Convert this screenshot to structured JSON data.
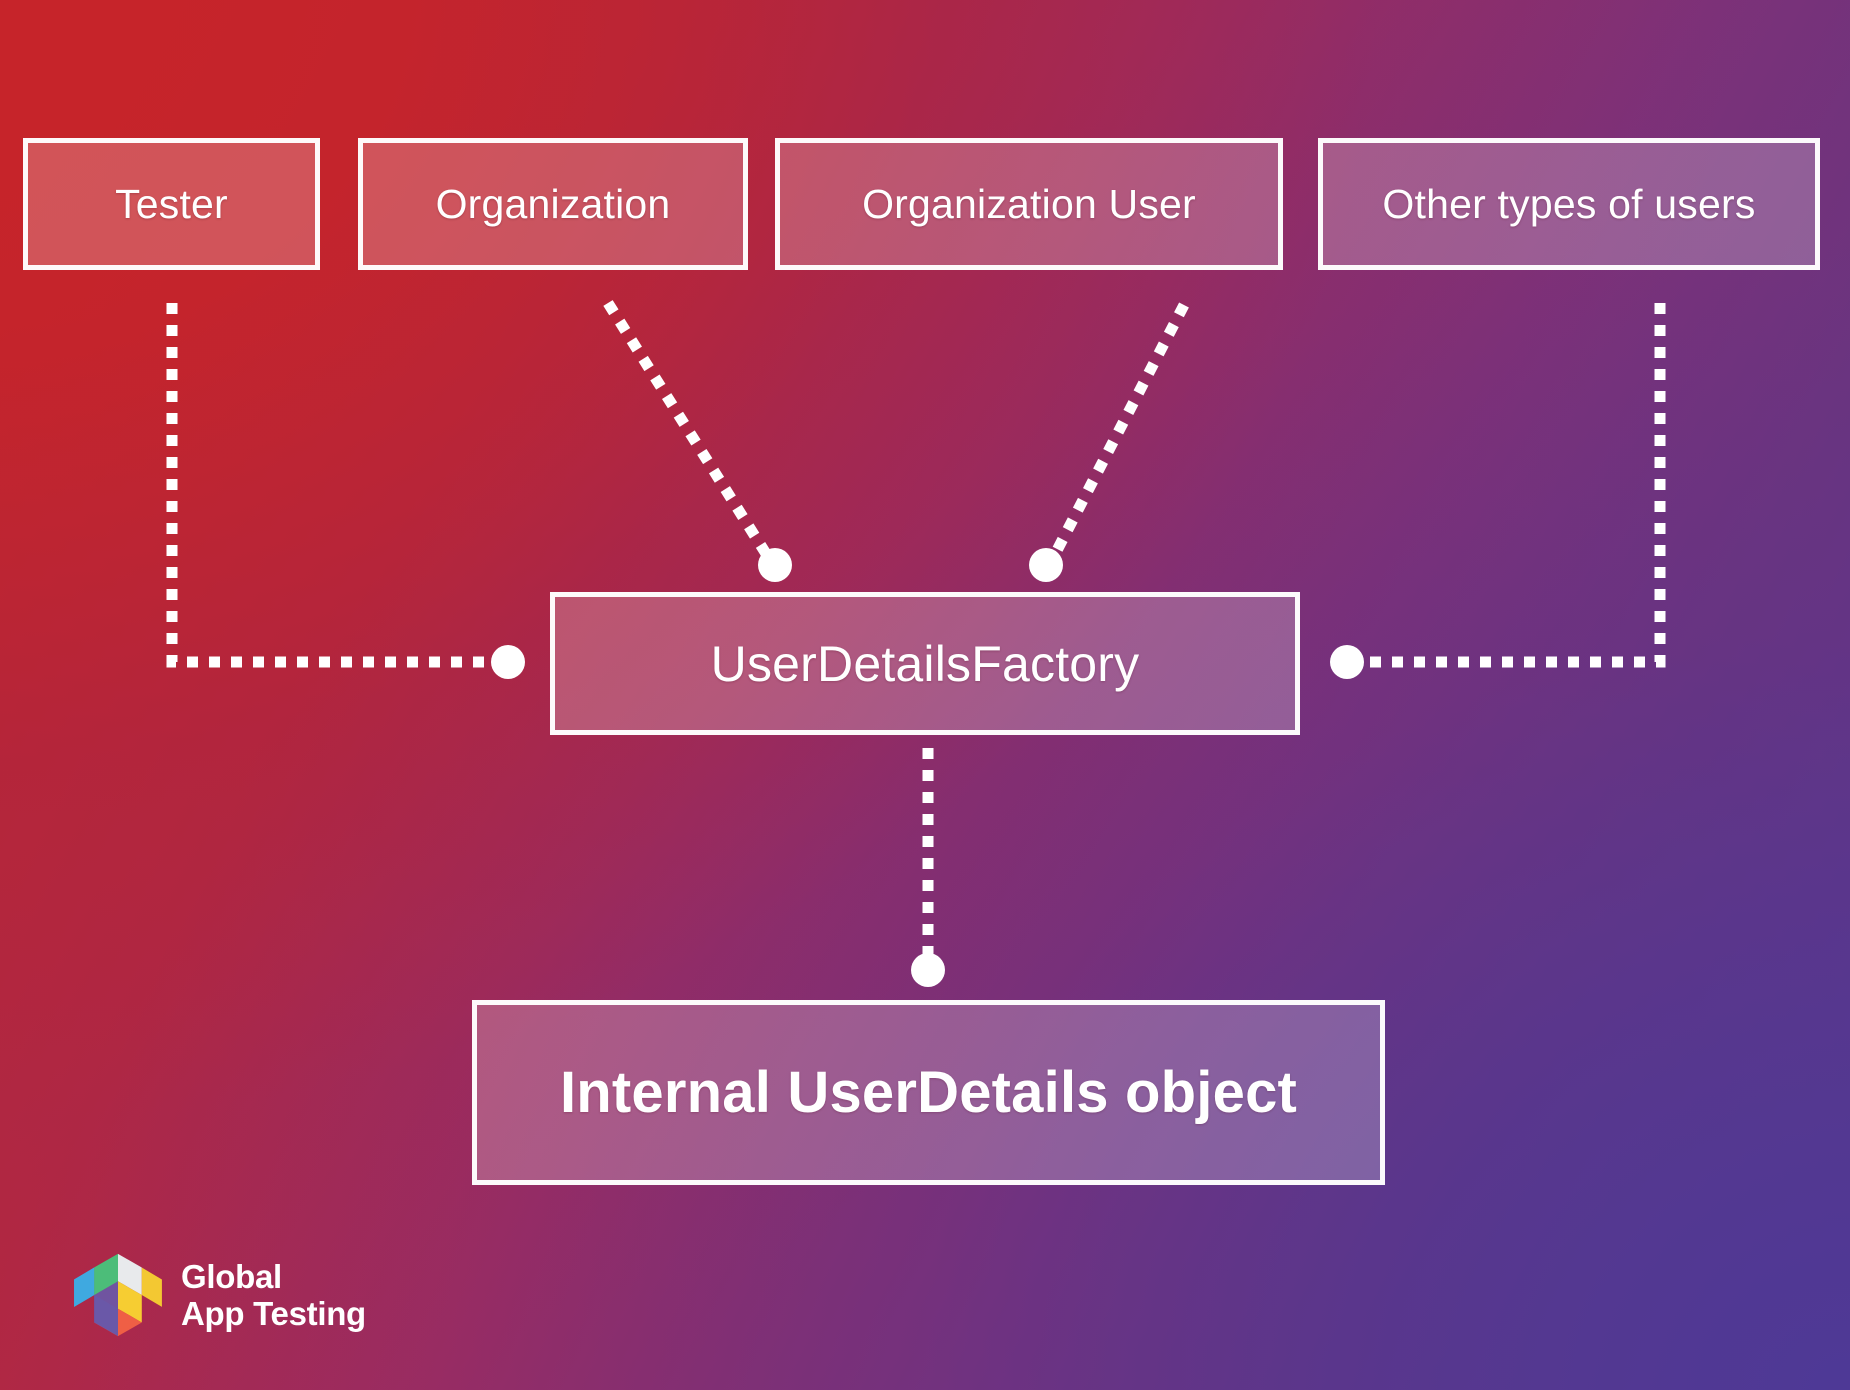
{
  "diagram": {
    "title": "UserDetailsFactory",
    "nodes": {
      "tester": "Tester",
      "organization": "Organization",
      "organization_user": "Organization User",
      "other_users": "Other types of users",
      "factory": "UserDetailsFactory",
      "internal": "Internal UserDetails object"
    },
    "connections": [
      {
        "from": "Tester",
        "to": "UserDetailsFactory",
        "style": "dotted-elbow",
        "endpoint": "circle"
      },
      {
        "from": "Organization",
        "to": "UserDetailsFactory",
        "style": "dotted-diagonal",
        "endpoint": "circle"
      },
      {
        "from": "Organization User",
        "to": "UserDetailsFactory",
        "style": "dotted-diagonal",
        "endpoint": "circle"
      },
      {
        "from": "Other types of users",
        "to": "UserDetailsFactory",
        "style": "dotted-elbow",
        "endpoint": "circle"
      },
      {
        "from": "UserDetailsFactory",
        "to": "Internal UserDetails object",
        "style": "dotted-vertical",
        "endpoint": "circle"
      }
    ],
    "colors": {
      "background_start": "#c3272c",
      "background_mid": "#9e2b5e",
      "background_end": "#553a90",
      "line": "#ffffff",
      "box_border": "#ffffff",
      "box_fill": "rgba(255,255,255,0.22)",
      "text": "#ffffff"
    }
  },
  "logo": {
    "line1": "Global",
    "line2": "App Testing",
    "mark_name": "global-app-testing-hexagon-logo",
    "mark_colors": {
      "green": "#4cbd79",
      "white": "#e8eaec",
      "yellow": "#f6cd32",
      "orange": "#ef5f45",
      "purple": "#6a58a8",
      "blue": "#3fa9e0"
    }
  }
}
